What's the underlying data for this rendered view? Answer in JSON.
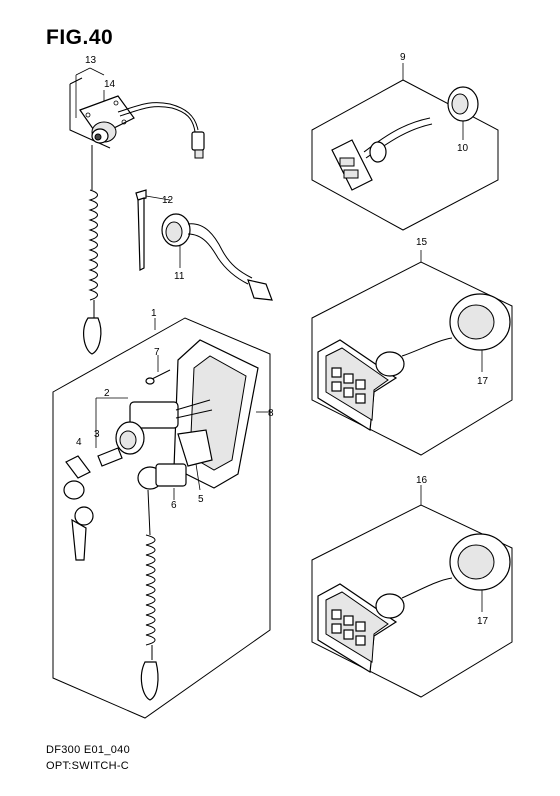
{
  "figure": {
    "title": "FIG.40",
    "code": "DF300 E01_040",
    "name": "OPT:SWITCH-C"
  },
  "callouts": {
    "p1": "1",
    "p2": "2",
    "p3": "3",
    "p4": "4",
    "p5": "5",
    "p6": "6",
    "p7": "7",
    "p8": "8",
    "p9": "9",
    "p10": "10",
    "p11": "11",
    "p12": "12",
    "p13": "13",
    "p14": "14",
    "p15": "15",
    "p16": "16",
    "p17a": "17",
    "p17b": "17"
  }
}
